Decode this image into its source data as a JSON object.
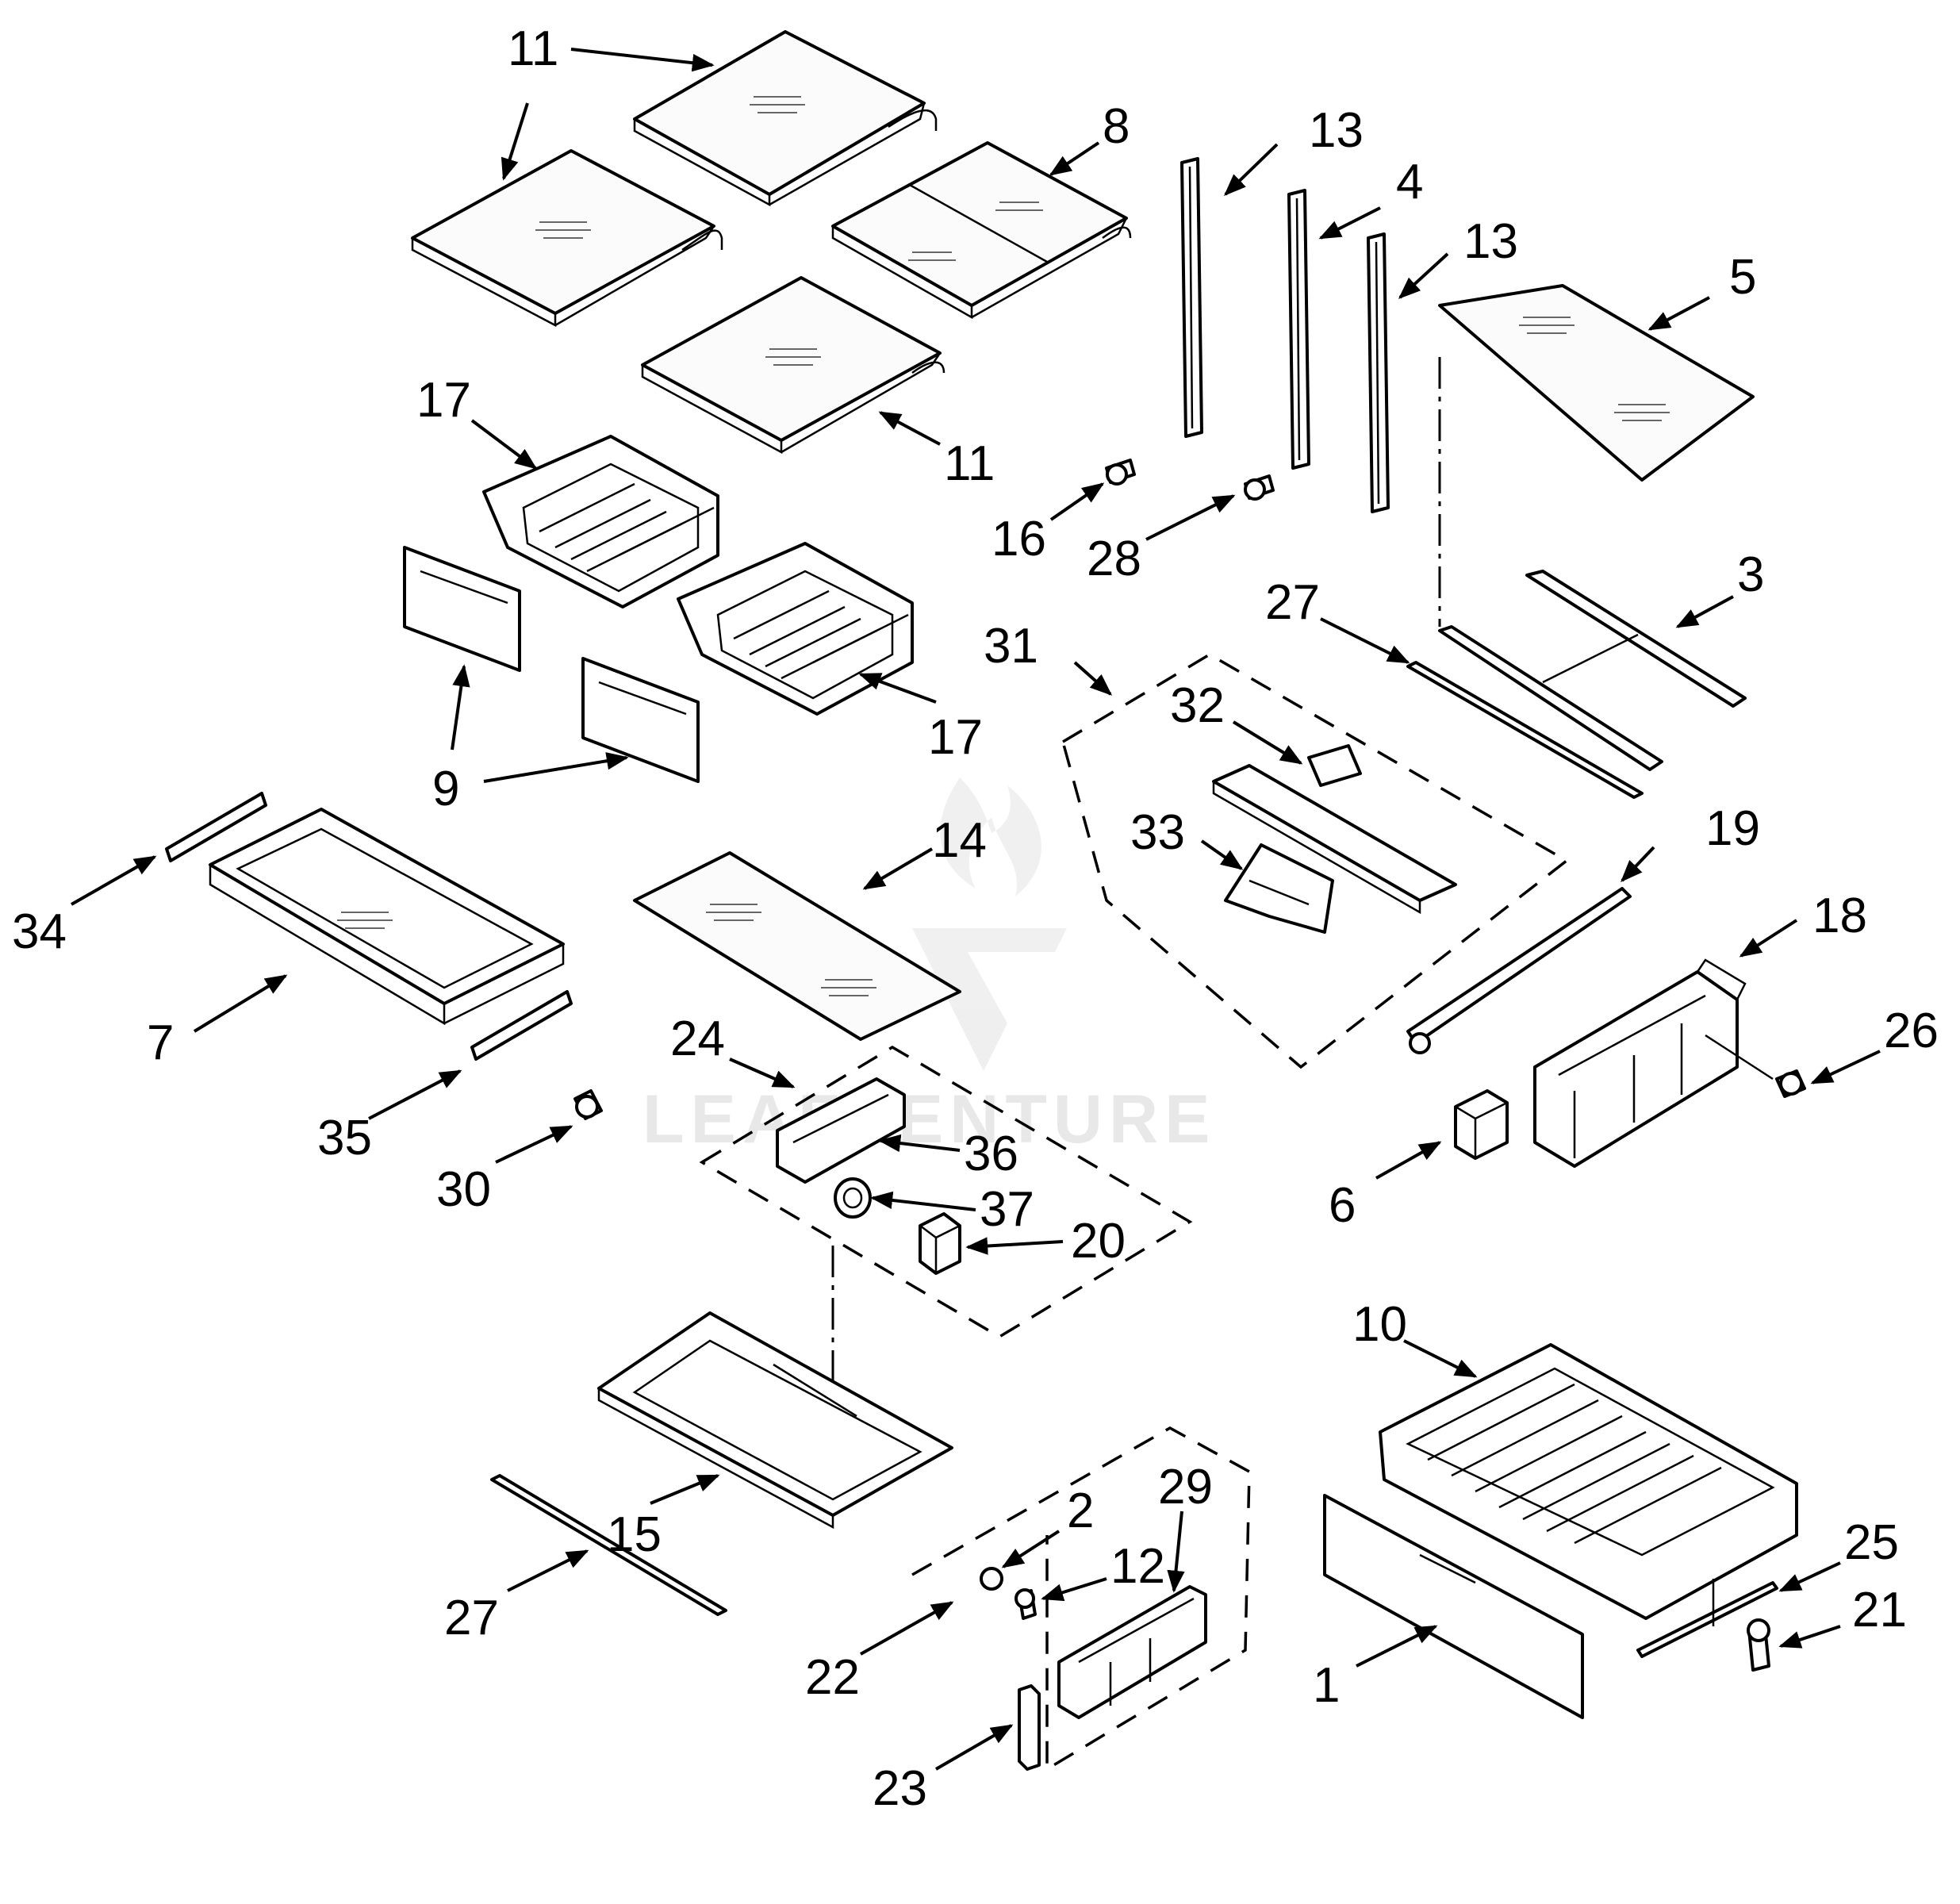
{
  "callouts": [
    {
      "label": "11"
    },
    {
      "label": "11"
    },
    {
      "label": "11"
    },
    {
      "label": "8"
    },
    {
      "label": "13"
    },
    {
      "label": "4"
    },
    {
      "label": "13"
    },
    {
      "label": "5"
    },
    {
      "label": "17"
    },
    {
      "label": "17"
    },
    {
      "label": "16"
    },
    {
      "label": "28"
    },
    {
      "label": "27"
    },
    {
      "label": "3"
    },
    {
      "label": "9"
    },
    {
      "label": "9"
    },
    {
      "label": "31"
    },
    {
      "label": "32"
    },
    {
      "label": "33"
    },
    {
      "label": "34"
    },
    {
      "label": "7"
    },
    {
      "label": "14"
    },
    {
      "label": "19"
    },
    {
      "label": "18"
    },
    {
      "label": "26"
    },
    {
      "label": "35"
    },
    {
      "label": "30"
    },
    {
      "label": "24"
    },
    {
      "label": "36"
    },
    {
      "label": "37"
    },
    {
      "label": "20"
    },
    {
      "label": "6"
    },
    {
      "label": "10"
    },
    {
      "label": "15"
    },
    {
      "label": "29"
    },
    {
      "label": "2"
    },
    {
      "label": "12"
    },
    {
      "label": "25"
    },
    {
      "label": "21"
    },
    {
      "label": "27"
    },
    {
      "label": "22"
    },
    {
      "label": "1"
    },
    {
      "label": "23"
    }
  ],
  "watermark": {
    "text": "LEAFVENTURE",
    "color": "#e6e6e6"
  },
  "colors": {
    "line": "#000000",
    "background": "#ffffff"
  }
}
